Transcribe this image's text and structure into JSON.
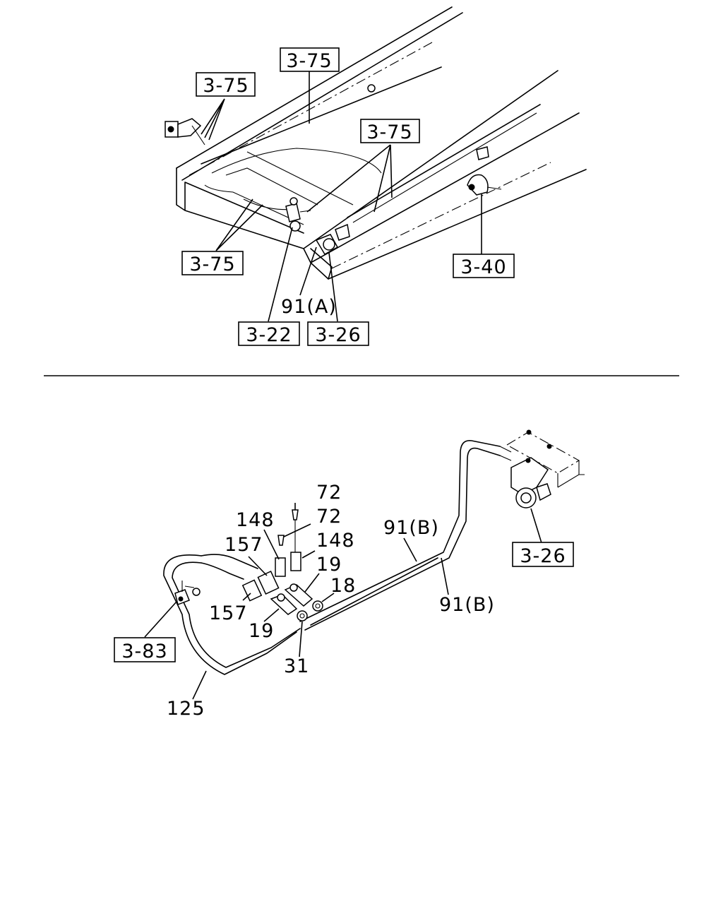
{
  "upper": {
    "refs": {
      "frame_top": "3-75",
      "frame_left": "3-75",
      "frame_right": "3-75",
      "frame_bottom": "3-75",
      "valve_right": "3-40",
      "bracket_a": "3-22",
      "bracket_b": "3-26"
    },
    "labels": {
      "pipe_a": "91(A)"
    }
  },
  "lower": {
    "refs": {
      "valve_box": "3-26",
      "clamp": "3-83"
    },
    "labels": {
      "pipe_b_upper": "91(B)",
      "pipe_b_lower": "91(B)",
      "cap_top": "72",
      "cap_second": "72",
      "hose_left": "148",
      "hose_right": "148",
      "sleeve_upper": "157",
      "sleeve_lower": "157",
      "tee_upper": "19",
      "tee_lower": "19",
      "nut_right": "18",
      "nut_bottom": "31",
      "hose_long": "125"
    }
  }
}
